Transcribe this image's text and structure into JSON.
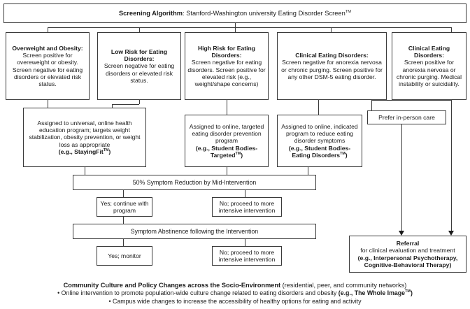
{
  "header": {
    "title_bold": "Screening Algorithm",
    "title_rest": ": Stanford-Washington university Eating Disorder Screen",
    "tm": "TM"
  },
  "screening_outcomes": [
    {
      "id": "overweight-obesity",
      "title": "Overweight and Obesity:",
      "body": "Screen positive for overeweight or obesity. Screen negative for eating disorders or elevated risk status."
    },
    {
      "id": "low-risk",
      "title": "Low Risk for Eating Disorders:",
      "body": "Screen negative for eating disorders or elevated risk status."
    },
    {
      "id": "high-risk",
      "title": "High Risk for Eating Disorders:",
      "body": "Screen negative for eating disorders. Screen positive for elevated risk (e.g., weight/shape concerns)"
    },
    {
      "id": "clinical-ed-other",
      "title": "Clinical Eating Disorders:",
      "body": "Screen negative for anorexia nervosa or chronic purging. Screen positive for any other DSM-5 eating disorder."
    },
    {
      "id": "clinical-ed-anorexia",
      "title": "Clinical Eating Disorders:",
      "body": "Screen positive for anorexia nervosa or chronic purging. Medical instability or suicidality."
    }
  ],
  "interventions": [
    {
      "id": "stayingfit",
      "body": "Assigned to universal, online health education program; targets weight stabilization, obesity prevention, or weight loss as appropriate",
      "example": "(e.g., StayingFit",
      "tm": "TM",
      "example_end": ")"
    },
    {
      "id": "student-bodies-targeted",
      "body": "Assigned to online, targeted eating disorder prevention program",
      "example": "(e.g., Student Bodies-Targeted",
      "tm": "TM",
      "example_end": ")"
    },
    {
      "id": "student-bodies-eating-disorders",
      "body": "Assigned to online, indicated program to reduce eating disorder symptoms",
      "example": "(e.g., Student Bodies-Eating Disorders",
      "tm": "TM",
      "example_end": ")"
    }
  ],
  "prefer_in_person": {
    "label": "Prefer in-person care"
  },
  "midpoint": {
    "label": "50% Symptom Reduction by Mid-Intervention",
    "yes": "Yes; continue with program",
    "no": "No; proceed to more intensive intervention"
  },
  "abstinence": {
    "label": "Symptom Abstinence following the Intervention",
    "yes": "Yes; monitor",
    "no": "No; proceed to more intensive intervention"
  },
  "referral": {
    "title": "Referral",
    "line2": "for clinical evaluation and treatment",
    "line3": "(e.g., Interpersonal Psychotherapy,",
    "line4": "Cognitive-Behavioral Therapy)"
  },
  "footer": {
    "heading_bold": "Community Culture and Policy Changes across the Socio-Environment",
    "heading_rest": " (residential, peer, and community networks)",
    "bullet1_a": "• Online intervention to promote population-wide culture change related to eating disorders and obesity ",
    "bullet1_b": "(e.g., The Whole Image",
    "bullet1_tm": "TM",
    "bullet1_c": ")",
    "bullet2": "• Campus wide changes to increase the accessibility of healthy options for eating and activity"
  },
  "colors": {
    "border": "#3a3a3a",
    "text": "#1a1a1a",
    "background": "#ffffff"
  }
}
